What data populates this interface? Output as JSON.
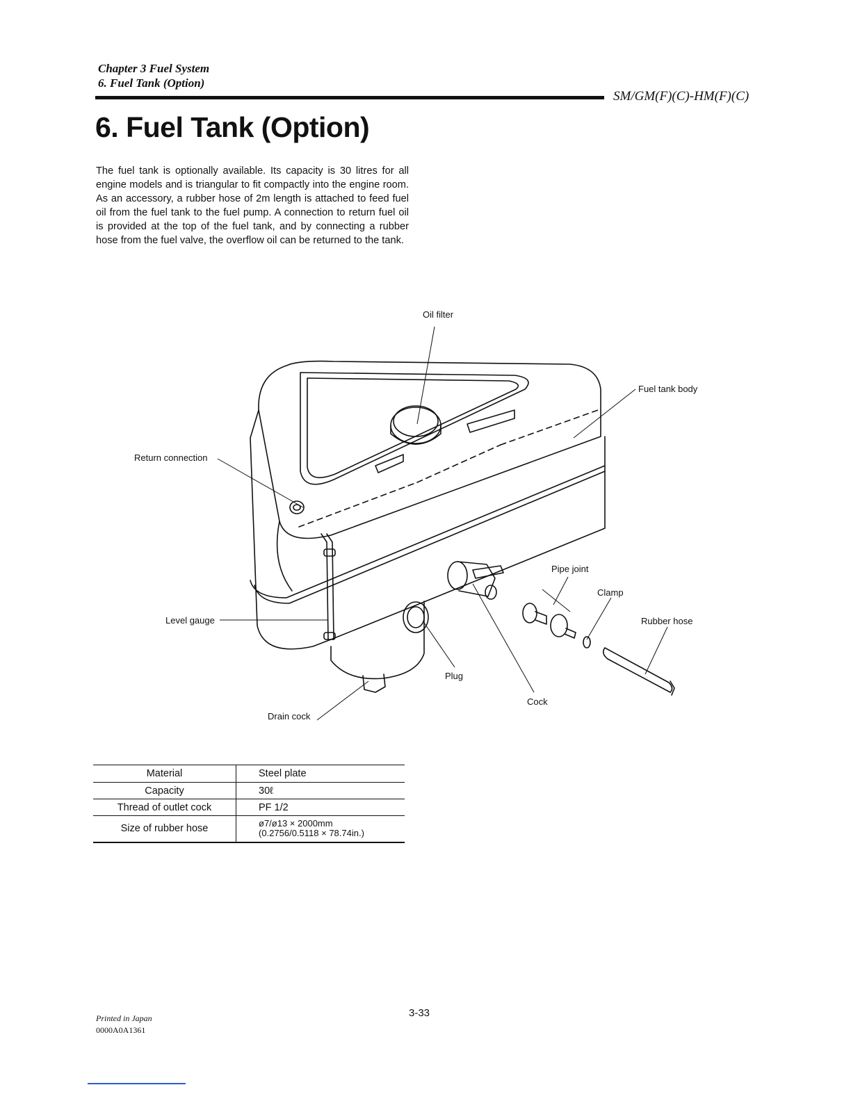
{
  "header": {
    "chapter": "Chapter 3 Fuel System",
    "section": "6. Fuel Tank (Option)",
    "model": "SM/GM(F)(C)-HM(F)(C)"
  },
  "title": "6. Fuel Tank (Option)",
  "body_text": "The fuel tank is optionally available. Its capacity is 30 litres for all engine models and is triangular to fit compactly into the engine room. As an accessory, a rubber hose of 2m length is attached to feed fuel oil from the fuel tank to the fuel pump. A connection to return fuel oil is provided at the top of the fuel tank, and by connecting a rubber hose from the fuel valve, the overflow oil can be returned to the tank.",
  "figure": {
    "labels": {
      "oil_filter": "Oil filter",
      "fuel_tank_body": "Fuel tank body",
      "return_connection": "Return connection",
      "level_gauge": "Level gauge",
      "pipe_joint": "Pipe joint",
      "clamp": "Clamp",
      "rubber_hose": "Rubber hose",
      "plug": "Plug",
      "cock": "Cock",
      "drain_cock": "Drain cock"
    }
  },
  "spec_table": {
    "rows": [
      {
        "key": "Material",
        "value": "Steel plate"
      },
      {
        "key": "Capacity",
        "value": "30ℓ"
      },
      {
        "key": "Thread of outlet cock",
        "value": "PF 1/2"
      },
      {
        "key": "Size of rubber hose",
        "value": "ø7/ø13 × 2000mm",
        "value2": "(0.2756/0.5118 × 78.74in.)"
      }
    ]
  },
  "footer": {
    "printed": "Printed in Japan",
    "code": "0000A0A1361",
    "page_number": "3-33"
  }
}
